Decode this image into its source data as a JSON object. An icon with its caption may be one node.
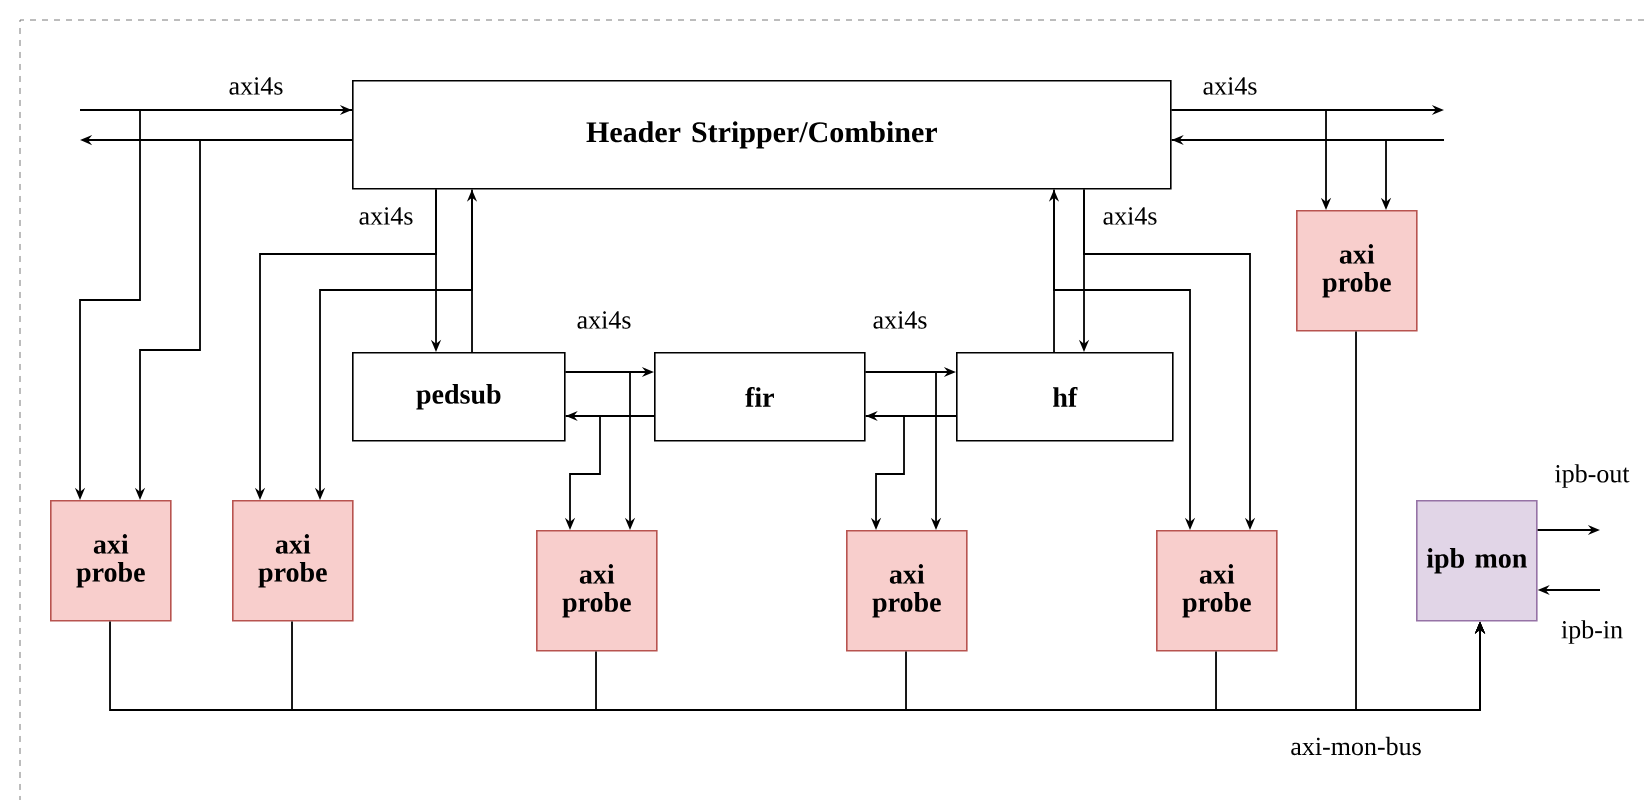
{
  "diagram": {
    "nodes": [
      {
        "text": [
          "Header Stripper/Combiner"
        ]
      },
      {
        "text": [
          "pedsub"
        ]
      },
      {
        "text": [
          "fir"
        ]
      },
      {
        "text": [
          "hf"
        ]
      },
      {
        "text": [
          "axi probe"
        ]
      },
      {
        "text": [
          "axi probe"
        ]
      },
      {
        "text": [
          "axi probe"
        ]
      },
      {
        "text": [
          "axi probe"
        ]
      },
      {
        "text": [
          "axi probe"
        ]
      },
      {
        "text": [
          "axi probe"
        ]
      },
      {
        "text": [
          "ipb mon"
        ]
      }
    ],
    "edges": [
      {
        "from": null,
        "to": 0,
        "arrow": "to",
        "label": "axi4s"
      },
      {
        "from": 0,
        "to": null,
        "arrow": "to"
      },
      {
        "from": 0,
        "to": null,
        "arrow": "to",
        "label": "axi4s"
      },
      {
        "from": null,
        "to": 0,
        "arrow": "to"
      },
      {
        "from": 0,
        "to": 1,
        "arrow": "to",
        "label": "axi4s"
      },
      {
        "from": 1,
        "to": 0,
        "arrow": "to"
      },
      {
        "from": 1,
        "to": 2,
        "arrow": "to",
        "label": "axi4s"
      },
      {
        "from": 2,
        "to": 1,
        "arrow": "to"
      },
      {
        "from": 2,
        "to": 3,
        "arrow": "to",
        "label": "axi4s"
      },
      {
        "from": 3,
        "to": 2,
        "arrow": "to"
      },
      {
        "from": 0,
        "to": 3,
        "arrow": "to",
        "label": "axi4s"
      },
      {
        "from": 3,
        "to": 0,
        "arrow": "to"
      },
      {
        "from": 0,
        "to": 5,
        "arrow": "to"
      },
      {
        "from": 0,
        "to": 5,
        "arrow": "to"
      },
      {
        "from": 0,
        "to": 6,
        "arrow": "to"
      },
      {
        "from": 0,
        "to": 6,
        "arrow": "to"
      },
      {
        "from": 1,
        "to": 7,
        "arrow": "to"
      },
      {
        "from": 1,
        "to": 7,
        "arrow": "to"
      },
      {
        "from": 2,
        "to": 8,
        "arrow": "to"
      },
      {
        "from": 2,
        "to": 8,
        "arrow": "to"
      },
      {
        "from": 0,
        "to": 9,
        "arrow": "to"
      },
      {
        "from": 0,
        "to": 9,
        "arrow": "to"
      },
      {
        "from": 0,
        "to": 4,
        "arrow": "to"
      },
      {
        "from": 0,
        "to": 4,
        "arrow": "to"
      },
      {
        "from": 5,
        "to": 10,
        "arrow": "to"
      },
      {
        "from": 6,
        "to": 10,
        "arrow": "to"
      },
      {
        "from": 7,
        "to": 10,
        "arrow": "to"
      },
      {
        "from": 8,
        "to": 10,
        "arrow": "to"
      },
      {
        "from": 9,
        "to": 10,
        "arrow": "to"
      },
      {
        "from": 4,
        "to": 10,
        "arrow": "to",
        "label": "axi-mon-bus"
      },
      {
        "from": 10,
        "to": null,
        "arrow": "to",
        "label": "ipb-out"
      },
      {
        "from": null,
        "to": 10,
        "arrow": "to",
        "label": "ipb-in"
      }
    ]
  }
}
